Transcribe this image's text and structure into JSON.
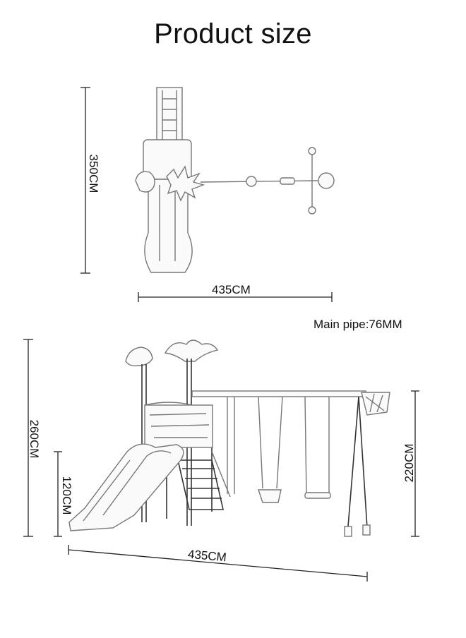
{
  "title": "Product size",
  "main_pipe": "Main pipe:76MM",
  "top_view": {
    "height_label": "350CM",
    "width_label": "435CM"
  },
  "side_view": {
    "total_height_label": "260CM",
    "platform_height_label": "120CM",
    "swing_height_label": "220CM",
    "length_label": "435CM"
  }
}
